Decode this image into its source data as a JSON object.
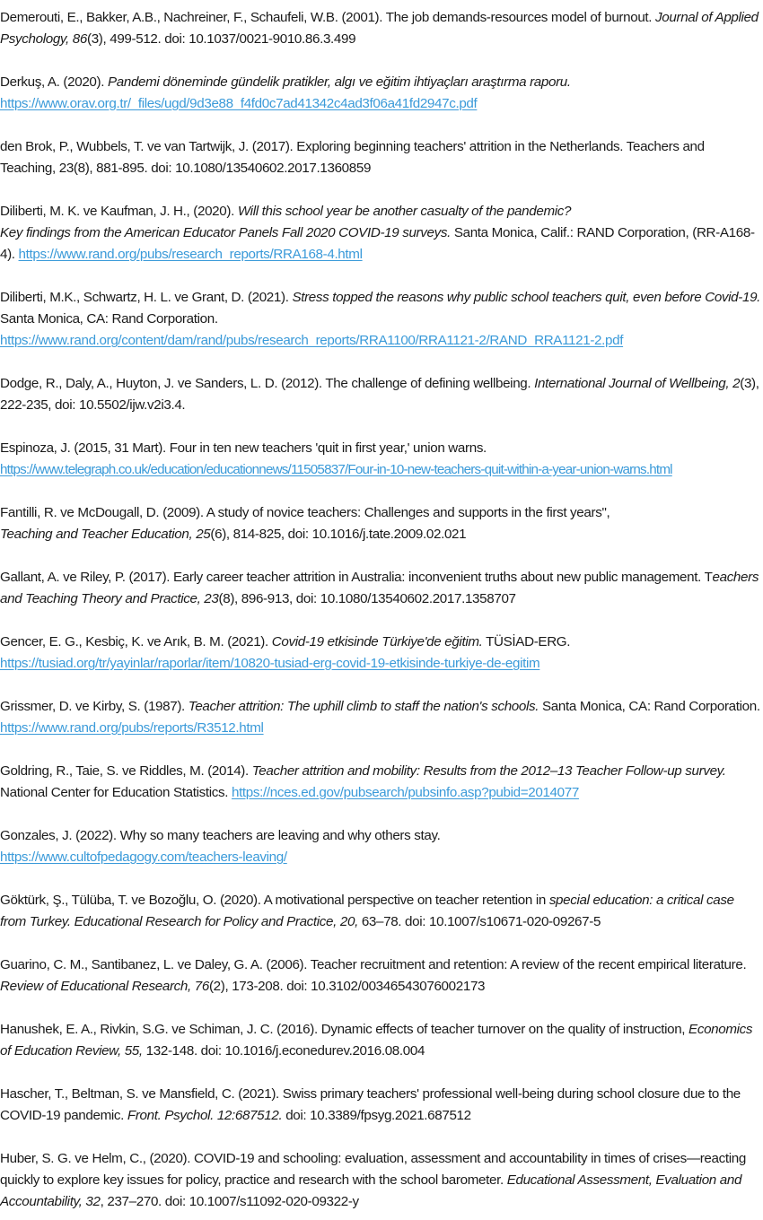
{
  "references": [
    {
      "authors": "Demerouti, E., Bakker, A.B., Nachreiner, F., Schaufeli, W.B. (2001). The job demands-resources model of burnout. ",
      "italic": "Journal of Applied Psychology, 86",
      "rest": "(3), 499-512. doi: 10.1037/0021-9010.86.3.499"
    },
    {
      "authors": "Derkuş, A. (2020). ",
      "italic": "Pandemi döneminde gündelik pratikler, algı ve eğitim ihtiyaçları araştırma raporu.",
      "link": "https://www.orav.org.tr/_files/ugd/9d3e88_f4fd0c7ad41342c4ad3f06a41fd2947c.pdf"
    },
    {
      "text": "den Brok, P., Wubbels, T. ve van Tartwijk, J. (2017). Exploring beginning teachers' attrition in the Netherlands. Teachers and Teaching, 23(8), 881-895. doi: 10.1080/13540602.2017.1360859"
    },
    {
      "authors": "Diliberti, M. K. ve Kaufman, J. H., (2020). ",
      "italic1": "Will this school year be another casualty of the pandemic?",
      "italic2": "Key findings from the American Educator Panels Fall 2020 COVID-19 surveys.",
      "rest": " Santa Monica, Calif.: RAND Corporation, (RR-A168-4). ",
      "link": "https://www.rand.org/pubs/research_reports/RRA168-4.html"
    },
    {
      "authors": "Diliberti, M.K., Schwartz, H. L. ve Grant, D. (2021). ",
      "italic": "Stress topped the reasons why public school teachers quit, even before Covid-19.",
      "rest": " Santa Monica, CA: Rand Corporation.",
      "link": "https://www.rand.org/content/dam/rand/pubs/research_reports/RRA1100/RRA1121-2/RAND_RRA1121-2.pdf"
    },
    {
      "authors": "Dodge, R., Daly, A., Huyton, J. ve Sanders, L. D. (2012). The challenge of defining wellbeing. ",
      "italic": "International Journal of Wellbeing, 2",
      "rest": "(3), 222-235,  doi: 10.5502/ijw.v2i3.4."
    },
    {
      "authors": "Espinoza, J. (2015, 31 Mart). Four in ten new teachers 'quit in first year,' union warns.",
      "link": "https://www.telegraph.co.uk/education/educationnews/11505837/Four-in-10-new-teachers-quit-within-a-year-union-warns.html"
    },
    {
      "authors": "Fantilli, R. ve McDougall, D. (2009). A study of novice teachers: Challenges and supports in the first years\",",
      "italic": "Teaching and Teacher Education, 25",
      "rest": "(6), 814-825, doi: 10.1016/j.tate.2009.02.021"
    },
    {
      "authors": "Gallant, A. ve Riley, P. (2017). Early career teacher attrition in Australia: inconvenient truths about new public management. T",
      "italic": "eachers and Teaching Theory and Practice, 23",
      "rest": "(8), 896-913, doi: 10.1080/13540602.2017.1358707"
    },
    {
      "authors": "Gencer, E. G., Kesbiç, K. ve Arık, B. M. (2021).  ",
      "italic": "Covid-19 etkisinde Türkiye'de eğitim.",
      "rest": " TÜSİAD-ERG.",
      "link": "https://tusiad.org/tr/yayinlar/raporlar/item/10820-tusiad-erg-covid-19-etkisinde-turkiye-de-egitim"
    },
    {
      "authors": "Grissmer, D. ve Kirby, S. (1987). ",
      "italic": "Teacher attrition: The uphill climb to staff the nation's schools.",
      "rest": " Santa Monica, CA: Rand Corporation. ",
      "link": "https://www.rand.org/pubs/reports/R3512.html"
    },
    {
      "authors": "Goldring, R., Taie, S. ve Riddles, M. (2014). ",
      "italic": "Teacher attrition and mobility: Results from the 2012–13 Teacher Follow-up survey.",
      "rest": " National Center for Education Statistics. ",
      "link": "https://nces.ed.gov/pubsearch/pubsinfo.asp?pubid=2014077"
    },
    {
      "authors": "Gonzales, J. (2022). Why so many teachers are leaving and why others stay.",
      "link": "https://www.cultofpedagogy.com/teachers-leaving/"
    },
    {
      "authors": "Göktürk, Ş., Tülüba, T. ve Bozoğlu, O. (2020). A motivational perspective on teacher retention in ",
      "italic": "special education: a critical case from Turkey. Educational Research for Policy and Practice, 20,",
      "rest": " 63–78. doi: 10.1007/s10671-020-09267-5"
    },
    {
      "authors": "Guarino, C. M., Santibanez, L. ve Daley, G. A. (2006). Teacher recruitment and retention: A review of the recent empirical literature. ",
      "italic": "Review of Educational Research, 76",
      "rest": "(2), 173-208. doi: 10.3102/00346543076002173"
    },
    {
      "authors": "Hanushek, E. A., Rivkin, S.G. ve Schiman, J. C. (2016). Dynamic effects of teacher turnover on the quality of instruction, ",
      "italic": "Economics of Education Review, 55,",
      "rest": " 132-148. doi: 10.1016/j.econedurev.2016.08.004"
    },
    {
      "authors": "Hascher, T., Beltman, S. ve Mansfield, C. (2021). Swiss primary teachers' professional well-being during school closure due to the COVID-19 pandemic. ",
      "italic": "Front. Psychol. 12:687512.",
      "rest": " doi: 10.3389/fpsyg.2021.687512"
    },
    {
      "authors": "Huber, S. G. ve Helm, C., (2020).  COVID-19 and schooling: evaluation, assessment and accountability in times of crises—reacting quickly to explore key issues for policy, practice and research with the school barometer. ",
      "italic": "Educational Assessment, Evaluation and Accountability, 32",
      "rest": ", 237–270. doi: 10.1007/s11092-020-09322-y"
    }
  ]
}
